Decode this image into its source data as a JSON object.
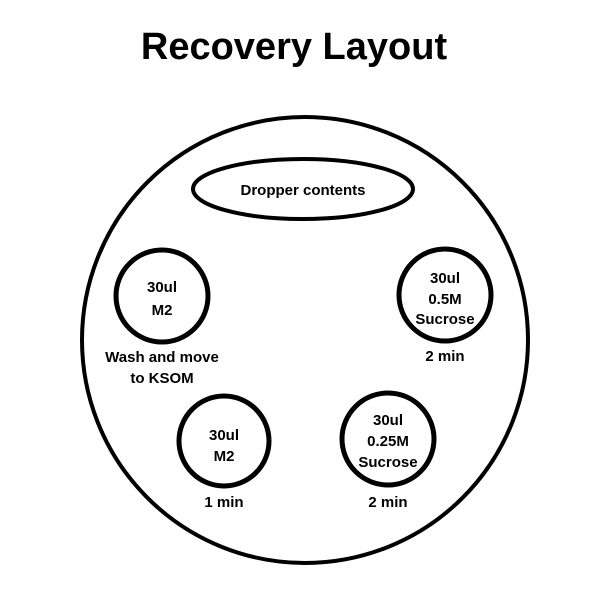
{
  "title": "Recovery Layout",
  "dropper": {
    "label": "Dropper contents"
  },
  "drops": [
    {
      "lines": [
        "30ul",
        "M2"
      ],
      "caption": [
        "Wash and move",
        "to KSOM"
      ]
    },
    {
      "lines": [
        "30ul",
        "0.5M",
        "Sucrose"
      ],
      "caption": [
        "2 min"
      ]
    },
    {
      "lines": [
        "30ul",
        "M2"
      ],
      "caption": [
        "1 min"
      ]
    },
    {
      "lines": [
        "30ul",
        "0.25M",
        "Sucrose"
      ],
      "caption": [
        "2 min"
      ]
    }
  ]
}
